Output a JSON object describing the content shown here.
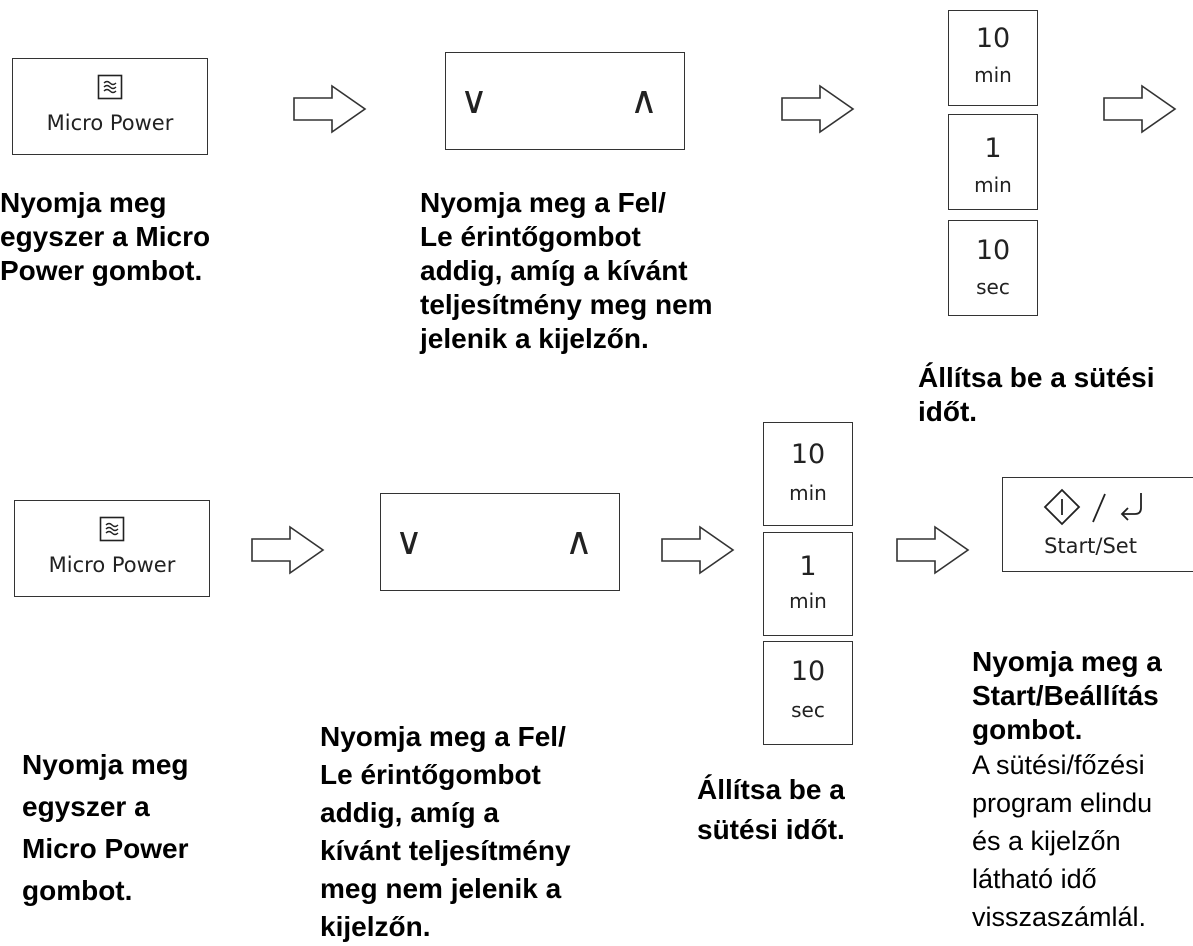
{
  "buttons": {
    "micro_power": "Micro Power",
    "start_set": "Start/Set",
    "time_10min": {
      "num": "10",
      "unit": "min"
    },
    "time_1min": {
      "num": "1",
      "unit": "min"
    },
    "time_10sec": {
      "num": "10",
      "unit": "sec"
    }
  },
  "icons": {
    "microwave": "microwave-wave-icon",
    "down": "chevron-down-icon",
    "up": "chevron-up-icon",
    "start": "start-diamond-icon",
    "set": "return-arrow-icon",
    "arrow": "right-outline-arrow-icon"
  },
  "row1": {
    "step1": "Nyomja meg\negyszer a Micro\nPower gombot.",
    "step2": "Nyomja meg a Fel/\nLe érintőgombot\naddig, amíg a kívánt\nteljesítmény meg nem\njelenik a kijelzőn.",
    "step3": "Állítsa be a sütési\nidőt."
  },
  "row2": {
    "step1": "Nyomja meg\negyszer a\nMicro Power\ngombot.",
    "step2": "Nyomja meg a Fel/\nLe érintőgombot\naddig, amíg a\nkívánt teljesítmény\nmeg nem jelenik a\nkijelzőn.",
    "step3": "Állítsa be a\nsütési időt.",
    "step4_bold": "Nyomja meg a\nStart/Beállítás\ngombot.",
    "step4_normal": "A sütési/főzési\nprogram elindu\nés a kijelzőn\nlátható idő\nvisszaszámlál."
  }
}
